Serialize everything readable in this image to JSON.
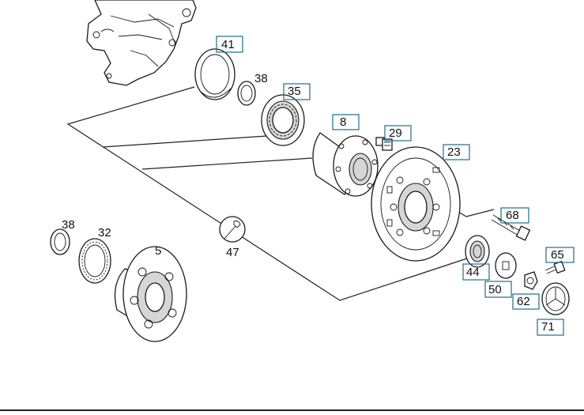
{
  "diagram": {
    "labels": {
      "l41": "41",
      "l38a": "38",
      "l35": "35",
      "l8": "8",
      "l29": "29",
      "l23": "23",
      "l68": "68",
      "l65": "65",
      "l44": "44",
      "l50": "50",
      "l62": "62",
      "l71": "71",
      "l38b": "38",
      "l32": "32",
      "l5": "5",
      "l47": "47"
    },
    "highlight_color": "#1f6e8c",
    "icons": {
      "tool": "wrench-icon"
    }
  }
}
